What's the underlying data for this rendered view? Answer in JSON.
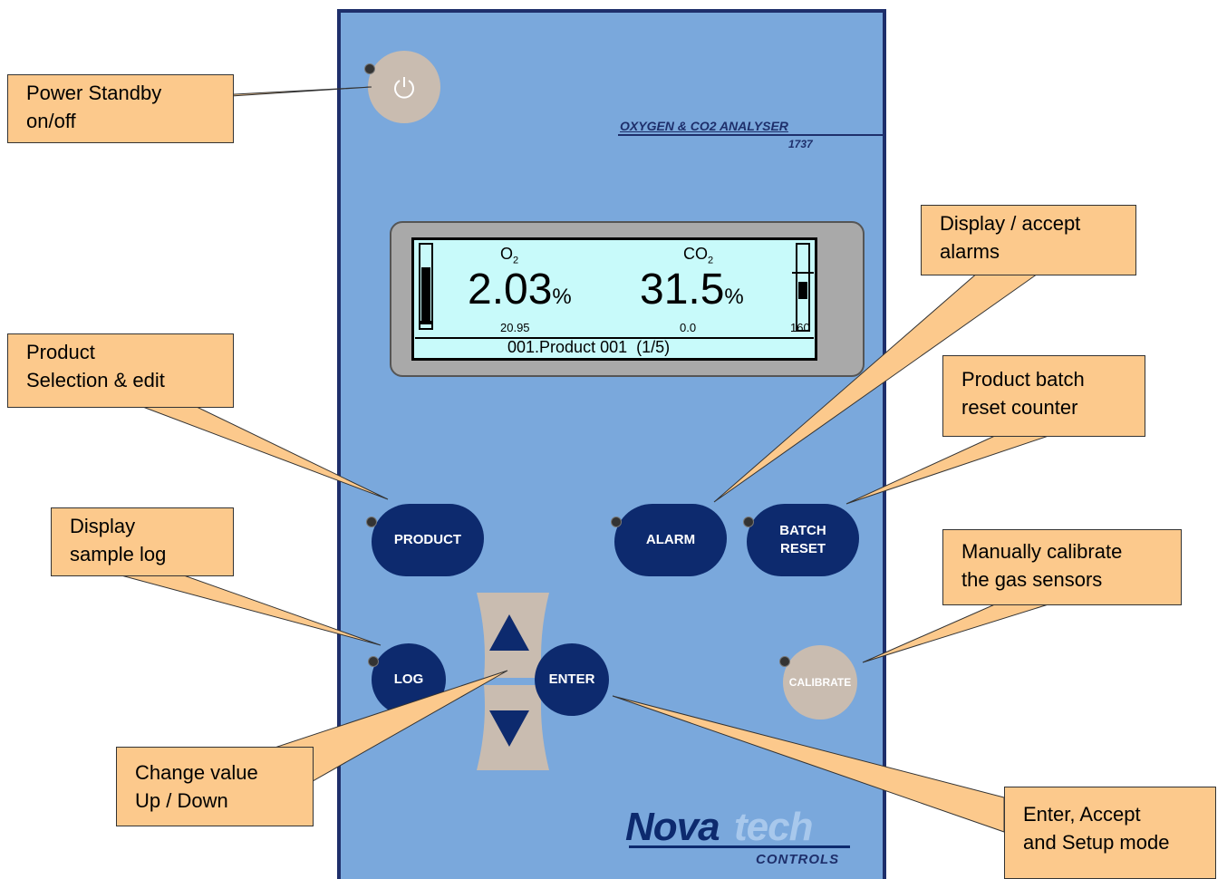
{
  "device": {
    "title": "OXYGEN & CO2 ANALYSER",
    "model": "1737",
    "brand_left": "Nova",
    "brand_right": "tech",
    "brand_sub": "CONTROLS"
  },
  "display": {
    "o2_label": "O",
    "o2_sub": "2",
    "co2_label": "CO",
    "co2_sub": "2",
    "o2_value": "2.03",
    "co2_value": "31.5",
    "unit": "%",
    "o2_ref": "20.95",
    "co2_ref": "0.0",
    "right_ref": "160",
    "product_line": "001.Product 001  (1/5)",
    "left_bar_level": 0.7,
    "right_bar_level": 0.2
  },
  "buttons": {
    "product": "PRODUCT",
    "alarm": "ALARM",
    "batch_reset_1": "BATCH",
    "batch_reset_2": "RESET",
    "log": "LOG",
    "enter": "ENTER",
    "calibrate": "CALIBRATE",
    "power_icon": "power-icon",
    "up_icon": "triangle-up-icon",
    "down_icon": "triangle-down-icon"
  },
  "callouts": {
    "power": [
      "Power Standby",
      "on/off"
    ],
    "product": [
      "Product",
      "Selection & edit"
    ],
    "log": [
      "Display",
      "sample log"
    ],
    "change": [
      "Change value",
      "Up / Down"
    ],
    "alarms": [
      "Display / accept",
      "alarms"
    ],
    "batch": [
      "Product batch",
      "reset counter"
    ],
    "calibrate": [
      "Manually calibrate",
      "the gas sensors"
    ],
    "enter": [
      "Enter, Accept",
      "and Setup mode"
    ]
  },
  "colors": {
    "panel": "#7aa8dc",
    "button_dark": "#0d2a6e",
    "button_grey": "#c9bcb0",
    "callout": "#fcc98c",
    "lcd": "#c8fafa"
  }
}
